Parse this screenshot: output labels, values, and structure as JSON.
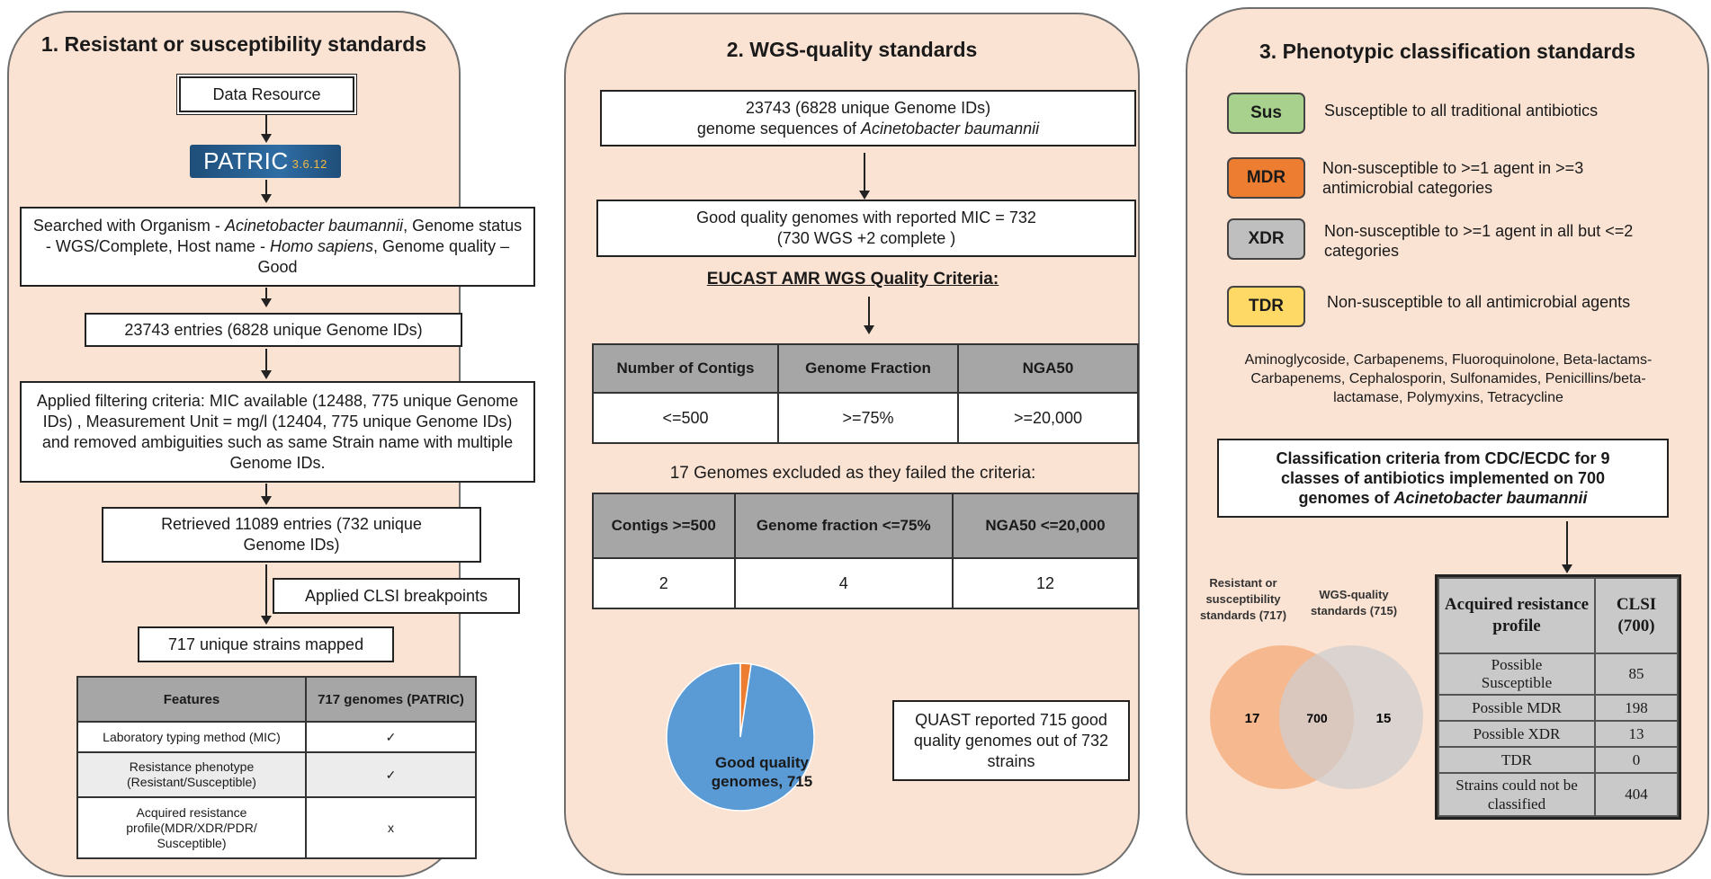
{
  "colors": {
    "panel_bg": "#fbe3d3",
    "sus": "#a9d18e",
    "mdr": "#ed7d31",
    "xdr": "#bfbfbf",
    "tdr": "#ffd966",
    "pie_main": "#5b9bd5",
    "pie_small": "#ed7d31",
    "venn_left": "#f4b183",
    "venn_right": "#d0cece"
  },
  "panel1": {
    "title": "1. Resistant or susceptibility standards",
    "data_resource": "Data Resource",
    "patric_logo": {
      "name": "PATRIC",
      "version": "3.6.12"
    },
    "search_parts": [
      "Searched with Organism - ",
      "Acinetobacter baumannii",
      ", Genome status - WGS/Complete, Host name - ",
      "Homo sapiens",
      ", Genome quality – Good"
    ],
    "entries": "23743 entries (6828 unique Genome IDs)",
    "filtering": "Applied filtering criteria: MIC available (12488, 775 unique Genome IDs) , Measurement Unit = mg/l (12404, 775 unique Genome IDs) and removed ambiguities such as same Strain name with multiple Genome IDs.",
    "retrieved": "Retrieved 11089 entries (732 unique Genome IDs)",
    "clsi": "Applied CLSI breakpoints",
    "mapped": "717 unique strains mapped",
    "table": {
      "headers": [
        "Features",
        "717 genomes (PATRIC)"
      ],
      "rows": [
        [
          "Laboratory typing method (MIC)",
          "✓"
        ],
        [
          "Resistance phenotype (Resistant/Susceptible)",
          "✓"
        ],
        [
          "Acquired resistance profile(MDR/XDR/PDR/ Susceptible)",
          "x"
        ]
      ]
    }
  },
  "panel2": {
    "title": "2. WGS-quality standards",
    "genomes_line1": "23743 (6828 unique Genome IDs)",
    "genomes_line2_prefix": "genome sequences of ",
    "genomes_line2_italic": "Acinetobacter baumannii",
    "good_quality_line1": "Good quality genomes with reported MIC = 732",
    "good_quality_line2": "(730 WGS +2 complete )",
    "criteria_title": "EUCAST AMR WGS Quality Criteria:",
    "criteria_table": {
      "headers": [
        "Number of Contigs",
        "Genome Fraction",
        "NGA50"
      ],
      "values": [
        "<=500",
        ">=75%",
        ">=20,000"
      ]
    },
    "excluded_text": "17 Genomes excluded as they failed the criteria:",
    "excluded_table": {
      "headers": [
        "Contigs >=500",
        "Genome fraction <=75%",
        "NGA50 <=20,000"
      ],
      "values": [
        "2",
        "4",
        "12"
      ]
    },
    "pie_label": "Good quality genomes, 715",
    "quast_text": "QUAST reported 715 good quality genomes out of 732 strains"
  },
  "chart_data": {
    "type": "pie",
    "slices": [
      {
        "label": "Good quality genomes",
        "value": 715
      },
      {
        "label": "",
        "value": 17
      }
    ]
  },
  "panel3": {
    "title": "3. Phenotypic classification standards",
    "tags": [
      {
        "label": "Sus",
        "desc": "Susceptible to all traditional antibiotics"
      },
      {
        "label": "MDR",
        "desc": "Non-susceptible to >=1 agent in >=3 antimicrobial categories"
      },
      {
        "label": "XDR",
        "desc": "Non-susceptible to >=1 agent in all but <=2 categories"
      },
      {
        "label": "TDR",
        "desc": "Non-susceptible to all antimicrobial agents"
      }
    ],
    "antibiotics": "Aminoglycoside, Carbapenems, Fluoroquinolone, Beta-lactams-Carbapenems, Cephalosporin, Sulfonamides, Penicillins/beta-lactamase, Polymyxins, Tetracycline",
    "criteria_box_main": "Classification criteria from CDC/ECDC for 9 classes of antibiotics implemented on 700 genomes of ",
    "criteria_box_italic": "Acinetobacter baumannii",
    "venn": {
      "left_label": "Resistant or susceptibility standards (717)",
      "right_label": "WGS-quality standards (715)",
      "left_only": "17",
      "overlap": "700",
      "right_only": "15"
    },
    "clsi_table": {
      "headers": [
        "Acquired resistance profile",
        "CLSI (700)"
      ],
      "rows": [
        [
          "Possible Susceptible",
          "85"
        ],
        [
          "Possible MDR",
          "198"
        ],
        [
          "Possible XDR",
          "13"
        ],
        [
          "TDR",
          "0"
        ],
        [
          "Strains could not be classified",
          "404"
        ]
      ]
    }
  }
}
